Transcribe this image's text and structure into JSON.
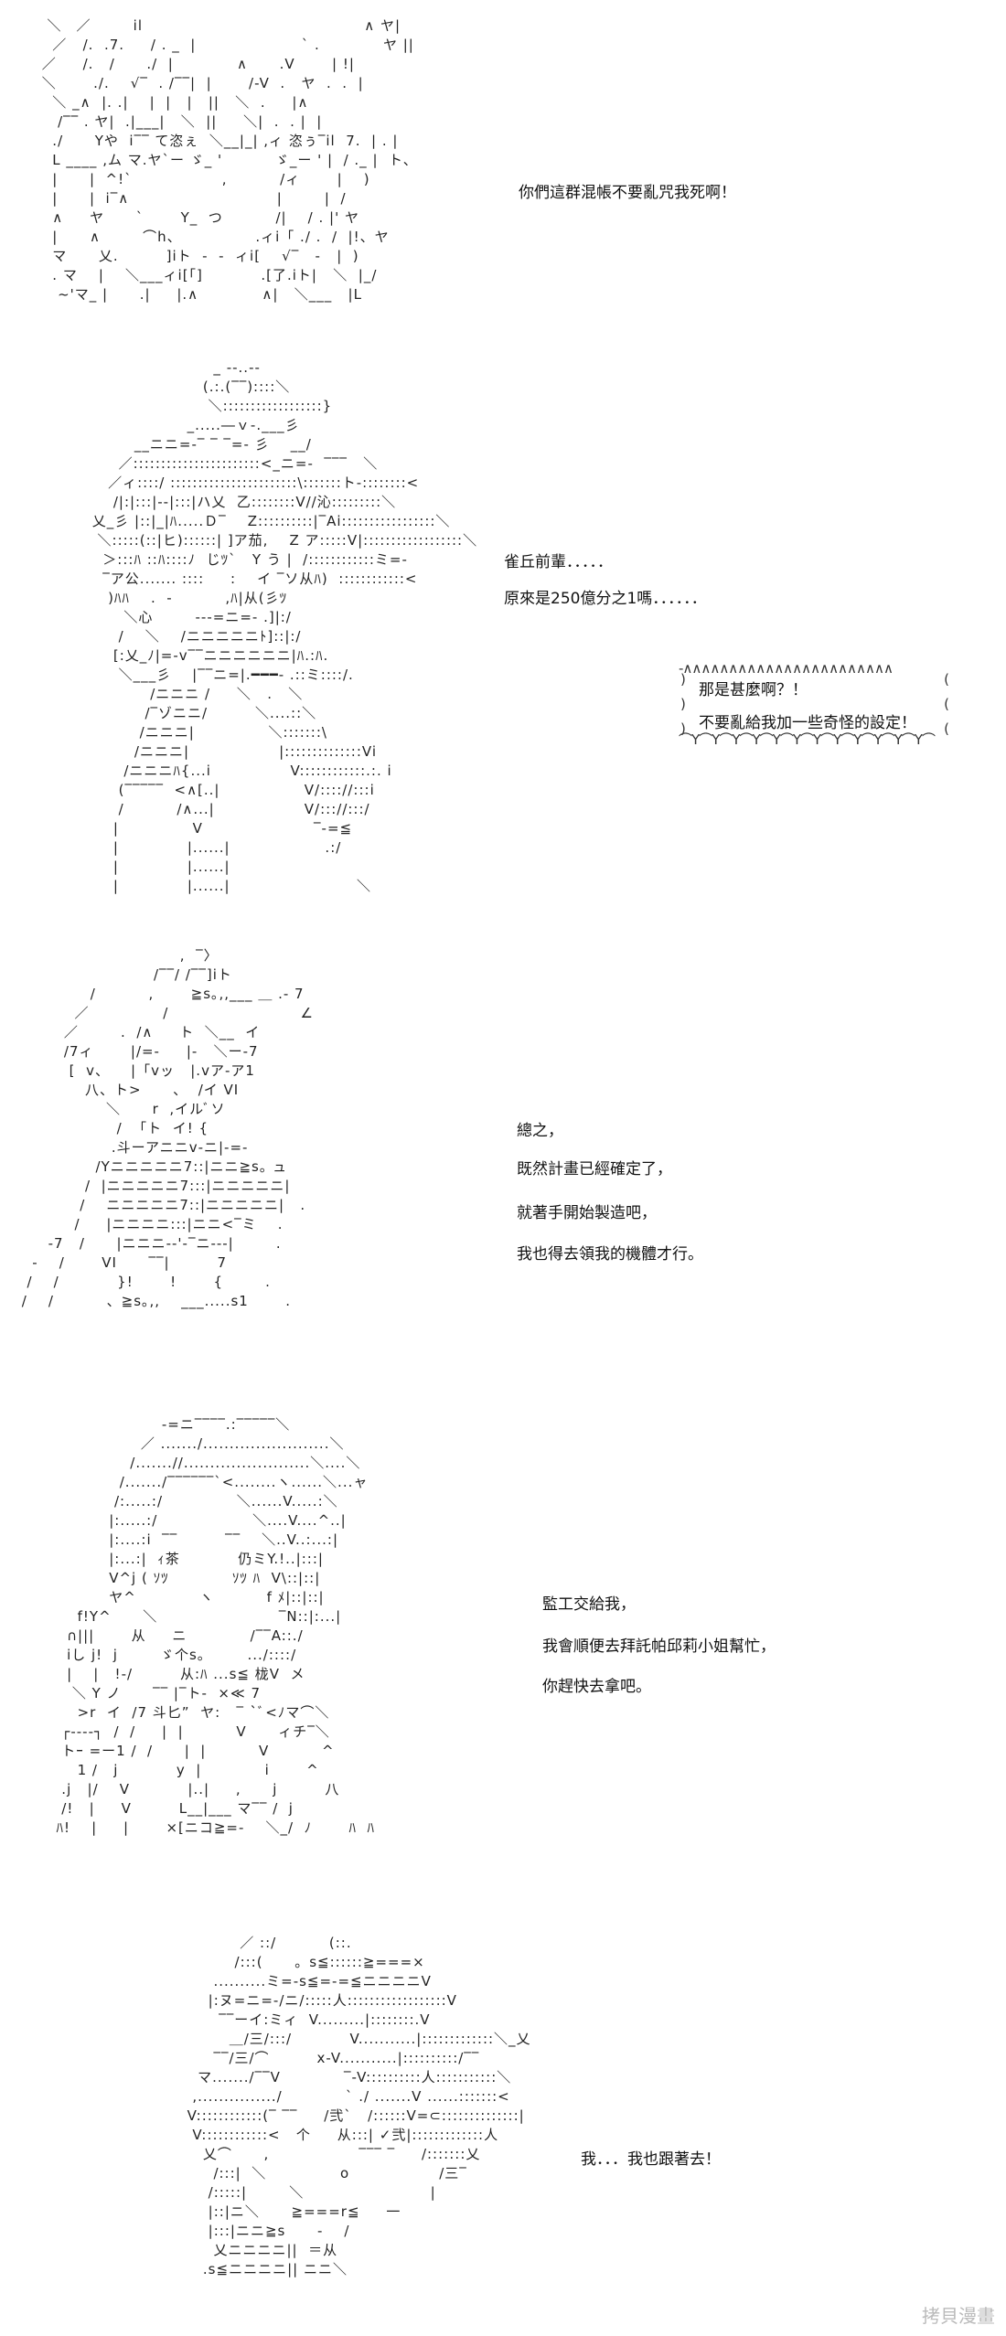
{
  "panels": [
    {
      "art": [
        "  ＼　／        il                                          ∧ ヤ|",
        "   ／   /.  .7.     / . _  |                    ` .            ヤ ||",
        " ／     /.   /      ./  |            ∧      .V       | !|",
        " ＼       ./.    √‾  . /‾‾|  |       /-V  .   ヤ  .  .  |",
        "   ＼ _∧  |. .|    |  |   |   ||   ＼  .     |∧",
        "    /‾‾ . ヤ|  .|___|   ＼  ||     ＼|  .  . |  |",
        "   ./      Yや  i‾‾ て恣ぇ  ＼__|_| ,ィ 恣ぅ‾il  7.  | . |",
        "   L ____ ,ム マ.ヤ`ー ゞ_ '          ゞ_ー ' |  / ._ |  ト、",
        "   |      |  ^!`                 ,          /ィ       |    )",
        "   |      |  i‾∧                            |        |  /",
        "   ∧     ヤ      `       Y_  つ          /|    / . |' ヤ",
        "   |      ∧        ⌒h、              .ィi「 ./ .  /  |!、ヤ",
        "   マ      乂.         ]iト  -  -  ィi[    √‾   -   |  )",
        "   . マ    |    ＼___ィi[「]           .[了.iト|   ＼  |_/",
        "    ~'マ_ |      .|     |.∧            ∧|   ＼___   |L"
      ]
    },
    {
      "art": [
        "                        _ -‐..--",
        "                      (.:.(‾‾)::::＼",
        "                       ＼::::::::::::::::::}",
        "                   _.....―ｖ-.___彡",
        "         __ニニ=‐‾ ‾ ‾=‐ 彡    __/",
        "      ／:::::::::::::::::::::::<_ニ=‐  ‾‾‾   ＼",
        "    ／ィ::::/ :::::::::::::::::::::::\\:::::::ト-::::::::<",
        "     /|:|:::|‐‐|:::|ハ乂  乙::::::::V//沁:::::::::＼",
        " 乂_彡 |::|_|ﾊ.....Ｄ‾    Z::::::::::|‾Ai:::::::::::::::::＼",
        "  ＼:::::(::|ヒ)::::::| ]ア茄,    Z ア:::::V|::::::::::::::::::＼",
        "   ＞:::ﾊ ::ﾊ::::ﾉ  じﾂ`   Y う |  /::::::::::::ミ=-",
        "   ‾ア公....... ::::     :    イ ‾ソ从ﾊ)  ::::::::::::<",
        "    )ﾊﾊ    .  -          ,ﾊ|从(彡ﾂ",
        "       ＼心        ---=ニ=‐ .]|:/",
        "      /    ＼    /ニニニニニﾄ]::|:/",
        "     [:乂_ﾉ|=-v‾‾ニニニニニニ|ﾊ.:ﾊ.",
        "      ＼___彡    |‾‾ニ=|.━━━‐ .::ミ::::/.",
        "            /ニニニ /     ＼   .   ＼",
        "           /‾ゾニニ/         ＼....::＼",
        "          /ニニニ|              ＼:::::::\\",
        "         /ニニニ|                 |::::::::::::::Vi",
        "       /ニニニﾊ{...i               V::::::::::::.:. i",
        "      (‾‾‾‾‾  <∧[..|                V/:::://:::i",
        "      /          /∧...|                 V/::://:::/",
        "     |              V                     ‾-=≦",
        "     |             |......|                  .:/",
        "     |             |......|",
        "     |             |......|                        ＼"
      ],
      "lines": [
        "雀丘前輩．．．．．",
        "原來是250億分之1嗎．．．．．．"
      ],
      "bubble": {
        "top_edge": "‐∧∧∧∧∧∧∧∧∧∧∧∧∧∧∧∧∧∧∧∧∧∧∧",
        "bottom_edge": "⌒Y⌒Y⌒Y⌒Y⌒Y⌒Y⌒Y⌒Y⌒Y⌒Y⌒Y⌒Y⌒",
        "left_side": ")\n)\n)",
        "right_side": "(\n(\n(",
        "lines": [
          "那是甚麼啊？！",
          "不要亂給我加一些奇怪的設定！"
        ]
      }
    },
    {
      "art": [
        "                               ,  ‾〉",
        "                          /‾‾/ /‾‾]iト",
        "              /          ,       ≧s｡,,___ ＿ .- 7",
        "           ／              /                         ∠",
        "         ／        .  /∧     ト  ＼__  イ",
        "         /7ィ       |/=-     |-   ＼ー‐7",
        "          [  v、    |「vッ   |.vア‐ア1",
        "             八、ト>      、  /イ VI",
        "                 ＼      r  ,イルﾞソ",
        "                   /  「ト  イ! {",
        "                  .斗ーアニニv‐ニ|-=-",
        "               /Yニニニニニ7::|ニニ≧s｡ ュ",
        "             /  |ニニニニニ7:::|ニニニニニ|",
        "            /    ニニニニニ7::|ニニニニニ|   .",
        "           /     |ニニニニ:::|ニニ<‾ミ    .",
        "      -7   /      |ニニニ‐‐'‐‾ニ‐‐‐|        .",
        "   -    /       VI      ‾‾|         7",
        "  /    /           }!       !       {        .",
        " /    /          、≧s｡,,    ___.....s1       ."
      ],
      "lines": [
        "總之，",
        "既然計畫已經確定了，",
        "就著手開始製造吧，",
        "我也得去領我的機體才行。"
      ]
    },
    {
      "art": [
        "                      -=ニ‾‾‾‾.:‾‾‾‾‾＼",
        "                  ／ ......./........................＼",
        "                /.......//........................＼....＼",
        "              /......./‾‾‾‾‾‾`<........ヽ......＼...ャ",
        "             /:.....:/              ＼......V.....:＼",
        "            |:.....:/                  ＼....V....^..|",
        "            |:....:i  ‾‾         ‾‾    ＼..V..:...:|",
        "            |:...:|  ｨ茶           仍ミY.!..|:::|",
        "            V^j ( ｿﾂ            ｿﾂ ﾊ  V\\::|::|",
        "            ヤ^            ヽ          f ﾒ|::|::|",
        "      f!Y^      ＼                       ‾N::|:...|",
        "    ∩|||       从     ニ            /‾‾A::./",
        "    iし j!  j        ゞ个s｡        .../::::/",
        "    |    |   !‐/         从:ﾊ ...s≦ 栊V  メ",
        "     ＼ Y ノ      ‾‾ |‾ト-  ×≪ 7",
        "      >r  イ  /7 斗匕”  ヤ:   ‾ `ﾞ<ﾉマ⌒＼",
        "   ┌‐‐‐‐┐  /  /     |  |          V      ィチ‾＼",
        "   トｰ =ー1 /  /      |  |          V          ^",
        "      1 /   j           y  |            i       ^",
        "   .j   |/    V           |..|     ,      j         八",
        "   /!   |     V         L__|___ マ‾‾ /  j",
        "  ﾊ!    |     |       ×[ニコ≧=-    ＼_/  ﾉ       ﾊ  ﾊ"
      ],
      "lines": [
        "監工交給我，",
        "我會順便去拜託帕邱莉小姐幫忙，",
        "你趕快去拿吧。"
      ]
    },
    {
      "art": [
        "                ／ ::/          (::.",
        "               /:::(      。s≦::::::≧===×",
        "           ..........ミ=-s≦=‐=≦ニニニニV",
        "          |:ヌ=ニ=‐/ニ/:::::人::::::::::::::::::V",
        "            ‾‾ーイ:ミィ  V.........|::::::::.V",
        "              ＿/三/:::/           V...........|:::::::::::::＼_乂",
        "           ‾‾/三/⌒         x-V...........|::::::::::/‾‾",
        "        マ......./‾‾V            ‾-V::::::::::人:::::::::::＼",
        "       ,.............../            ` ./ .......V ......:::::::<",
        "      V::::::::::::(‾ ‾‾     /弐`   /::::::V=⊂::::::::::::::|",
        "       V::::::::::::<   个     从:::| ✓弐|:::::::::::::人",
        "         乂⌒      ,                 ‾‾‾ ‾     /:::::::乂",
        "           /:::|  ＼              o                 /三‾",
        "          /:::::|        ＼                        |",
        "          |::|ニ＼      ≧===r≦     一",
        "          |:::|ニニ≧s      ‐    /",
        "           乂ニニニニ||  ＝从",
        "         .s≦ニニニニ|| ニニ＼"
      ],
      "lines": [
        "我．．．我也跟著去！"
      ]
    }
  ],
  "watermark": "拷貝漫畫"
}
